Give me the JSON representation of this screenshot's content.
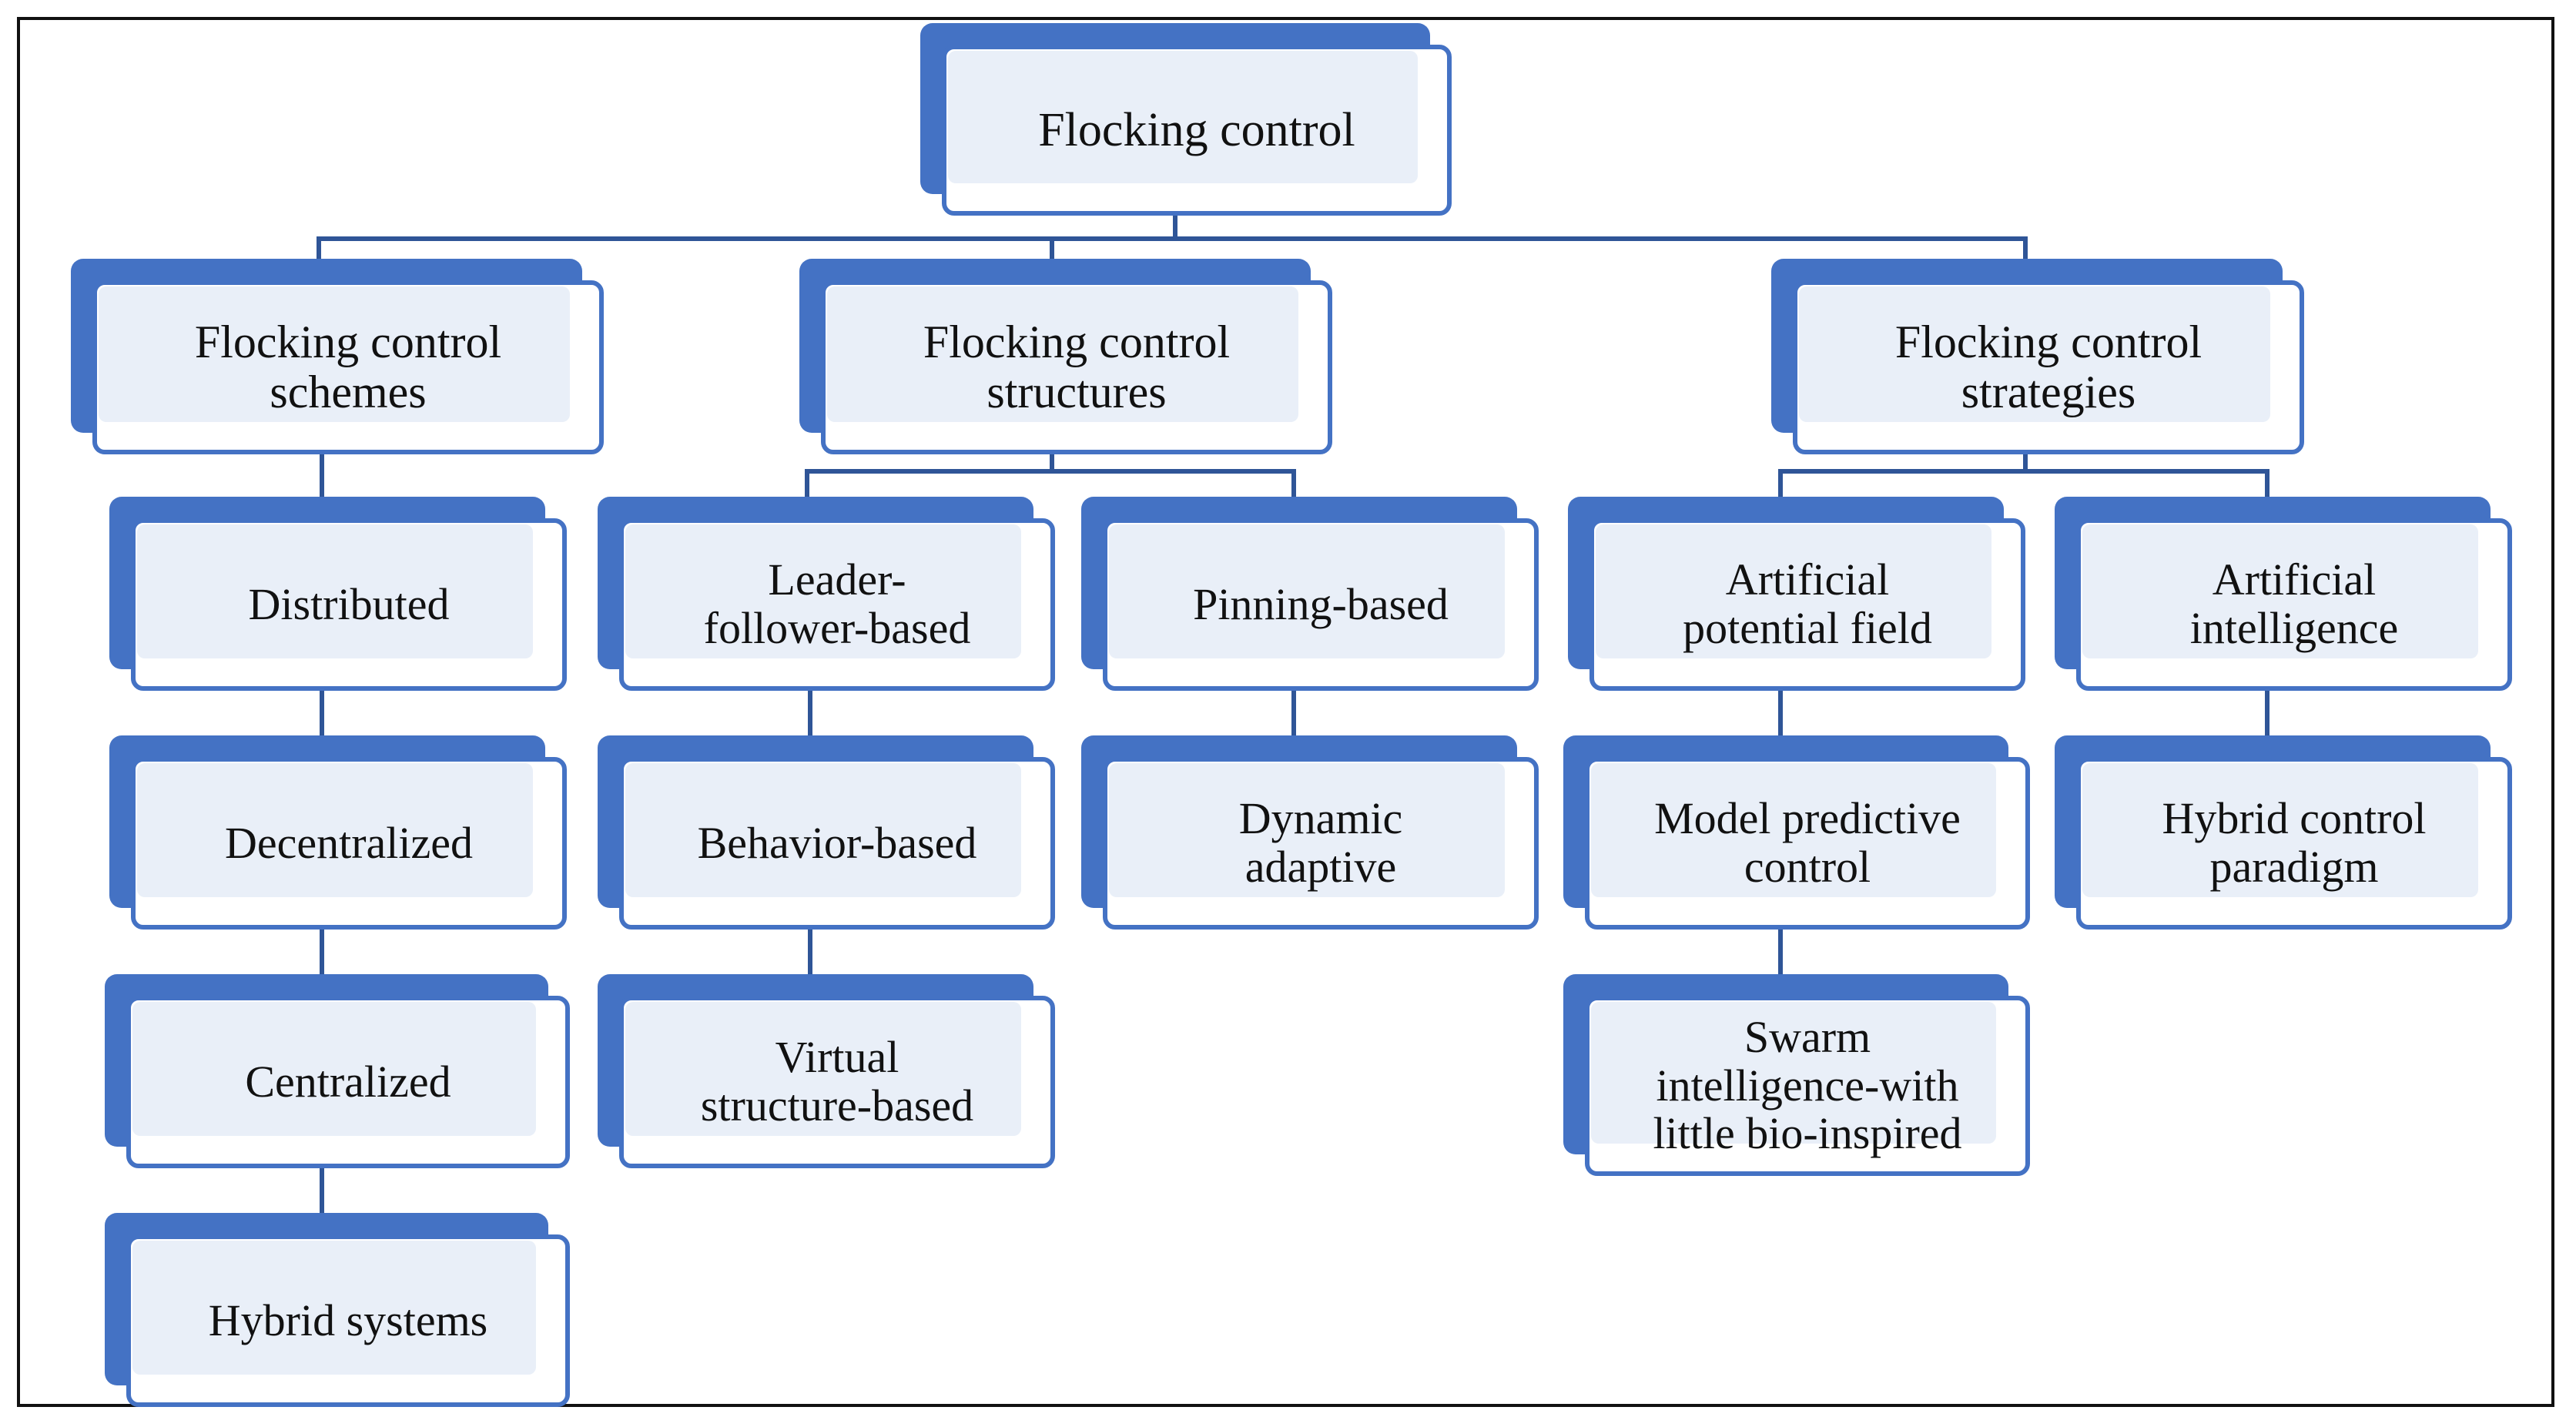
{
  "diagram": {
    "accent_color": "#4472c4",
    "fill_color": "#e9eff8",
    "root": {
      "label": "Flocking control"
    },
    "categories": [
      {
        "label": "Flocking control\nschemes",
        "items": [
          "Distributed",
          "Decentralized",
          "Centralized",
          "Hybrid systems"
        ]
      },
      {
        "label": "Flocking control\nstructures",
        "items": [
          "Leader-\nfollower-based",
          "Behavior-based",
          "Virtual\nstructure-based",
          "Pinning-based",
          "Dynamic\nadaptive"
        ]
      },
      {
        "label": "Flocking control\nstrategies",
        "items": [
          "Artificial\npotential field",
          "Model predictive\ncontrol",
          "Swarm\nintelligence-with\nlittle bio-inspired",
          "Artificial\nintelligence",
          "Hybrid control\nparadigm"
        ]
      }
    ]
  }
}
